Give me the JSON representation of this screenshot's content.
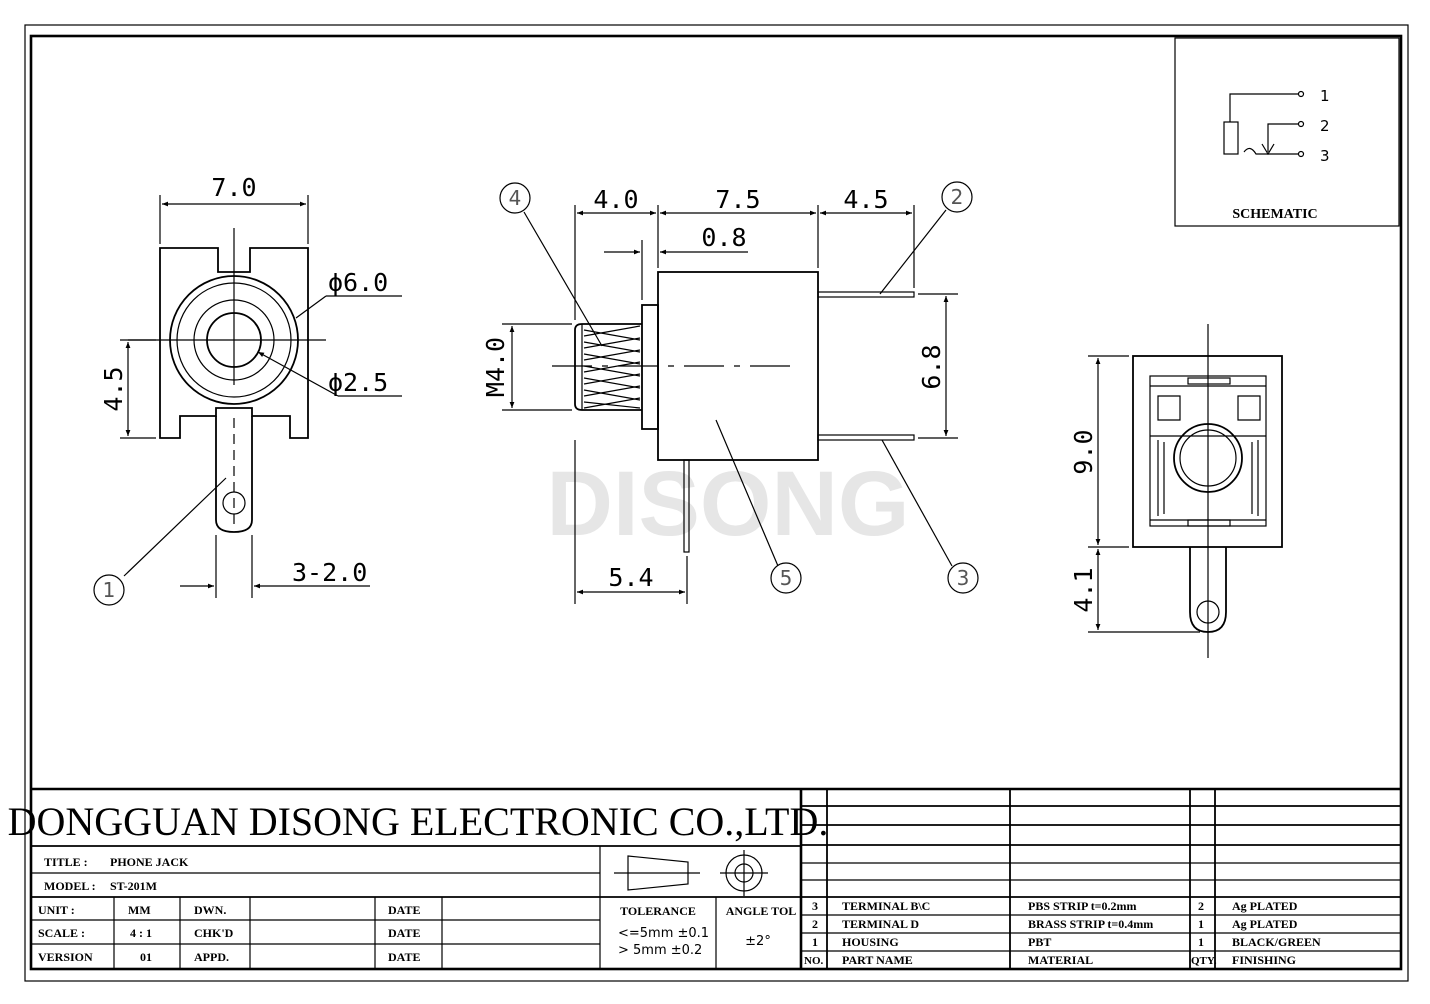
{
  "company": "DONGGUAN DISONG ELECTRONIC CO.,LTD.",
  "watermark": "DISONG",
  "schematic": {
    "label": "SCHEMATIC",
    "pins": [
      "1",
      "2",
      "3"
    ]
  },
  "dimensions": {
    "front_width": "7.0",
    "front_height": "4.5",
    "outer_dia": "ϕ6.0",
    "inner_dia": "ϕ2.5",
    "pin_width": "3-2.0",
    "side_thread": "4.0",
    "side_body": "7.5",
    "side_pins": "4.5",
    "side_flange": "0.8",
    "side_thread_dia": "M4.0",
    "side_height": "6.8",
    "side_pin_offset": "5.4",
    "back_height": "9.0",
    "back_pin": "4.1"
  },
  "balloons": [
    "1",
    "2",
    "3",
    "4",
    "5"
  ],
  "title_block": {
    "title_label": "TITLE  :",
    "title_value": "PHONE JACK",
    "model_label": "MODEL  :",
    "model_value": "ST-201M",
    "unit_label": "UNIT   :",
    "unit_value": "MM",
    "scale_label": "SCALE  :",
    "scale_value": "4 : 1",
    "version_label": "VERSION",
    "version_value": "01",
    "dwn": "DWN.",
    "chkd": "CHK'D",
    "appd": "APPD.",
    "date": "DATE",
    "tolerance_label": "TOLERANCE",
    "tolerance_1": "<=5mm  ±0.1",
    "tolerance_2": "> 5mm  ±0.2",
    "angle_label": "ANGLE TOL",
    "angle_value": "±2°"
  },
  "bom": {
    "header": {
      "no": "NO.",
      "part": "PART  NAME",
      "material": "MATERIAL",
      "qty": "QTY.",
      "finishing": "FINISHING"
    },
    "rows": [
      {
        "no": "3",
        "part": "TERMINAL B\\C",
        "material": "PBS STRIP   t=0.2mm",
        "qty": "2",
        "finishing": "Ag PLATED"
      },
      {
        "no": "2",
        "part": "TERMINAL D",
        "material": "BRASS STRIP  t=0.4mm",
        "qty": "1",
        "finishing": "Ag PLATED"
      },
      {
        "no": "1",
        "part": "HOUSING",
        "material": "PBT",
        "qty": "1",
        "finishing": "BLACK/GREEN"
      }
    ]
  }
}
